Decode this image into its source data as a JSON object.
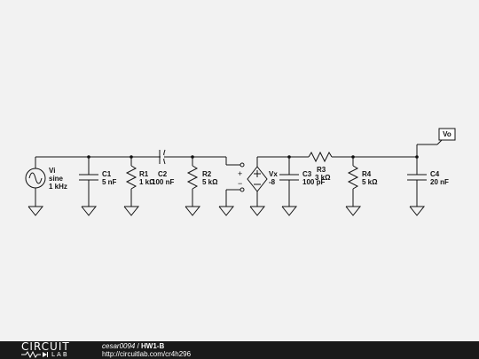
{
  "schematic": {
    "source": {
      "name": "Vi",
      "type": "sine",
      "freq": "1 kHz"
    },
    "c1": {
      "name": "C1",
      "value": "5 nF"
    },
    "r1": {
      "name": "R1",
      "value": "1 kΩ"
    },
    "c2": {
      "name": "C2",
      "value": "100 nF"
    },
    "r2": {
      "name": "R2",
      "value": "5 kΩ"
    },
    "port": {
      "plus": "+",
      "minus": "−"
    },
    "vcvs": {
      "name": "Vx",
      "gain": "-8"
    },
    "c3": {
      "name": "C3",
      "value": "100 pF"
    },
    "r3": {
      "name": "R3",
      "value": "3 kΩ"
    },
    "r4": {
      "name": "R4",
      "value": "5 kΩ"
    },
    "c4": {
      "name": "C4",
      "value": "20 nF"
    },
    "output": {
      "label": "Vo"
    }
  },
  "footer": {
    "logo_top": "CIRCUIT",
    "logo_bottom": "LAB",
    "author": "cesar0094",
    "separator": " / ",
    "title": "HW1-B",
    "url": "http://circuitlab.com/cr4h296"
  }
}
